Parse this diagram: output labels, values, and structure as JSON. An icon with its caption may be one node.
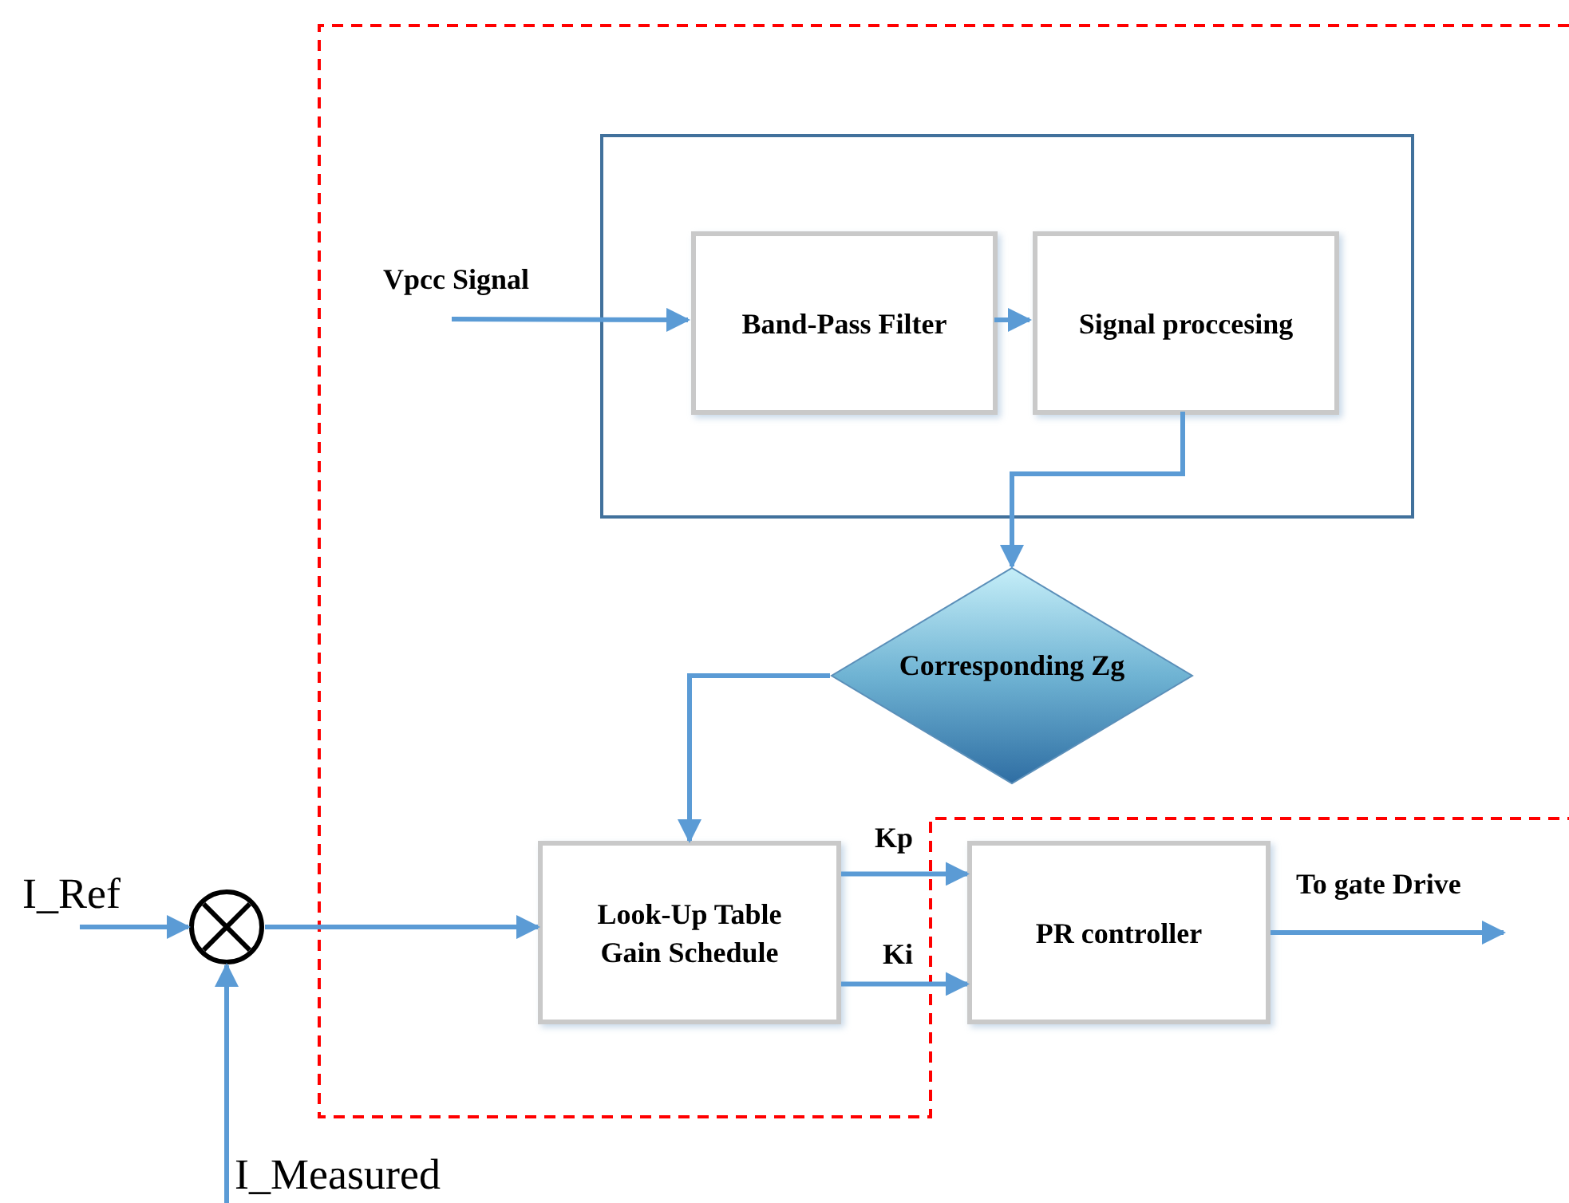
{
  "diagram": {
    "nodes": [
      {
        "text": [],
        "shape": "box"
      },
      {
        "text": [
          "Band-Pass Filter"
        ],
        "in": 0
      },
      {
        "text": [
          "Signal proccesing"
        ],
        "in": 0
      },
      {
        "text": [
          "Corresponding Zg"
        ]
      },
      {
        "text": [
          "Look-Up Table Gain Schedule"
        ]
      },
      {
        "text": [
          "PR controller"
        ]
      },
      {
        "text": [],
        "shape": "circle"
      }
    ],
    "edges": [
      {
        "from": null,
        "to": 1,
        "arrow": "to",
        "label": "Vpcc Signal"
      },
      {
        "from": 1,
        "to": 2,
        "arrow": "to"
      },
      {
        "from": 2,
        "to": 3,
        "arrow": "to"
      },
      {
        "from": 3,
        "to": 4,
        "arrow": "to"
      },
      {
        "from": 6,
        "to": 4,
        "arrow": "to"
      },
      {
        "from": null,
        "to": 6,
        "arrow": "to",
        "label": "I_Ref"
      },
      {
        "from": null,
        "to": 6,
        "arrow": "to",
        "label": "I_Measured"
      },
      {
        "from": 4,
        "to": 5,
        "arrow": "to",
        "label": "Kp"
      },
      {
        "from": 4,
        "to": 5,
        "arrow": "to",
        "label": "Ki"
      },
      {
        "from": 5,
        "to": null,
        "arrow": "to",
        "label": "To gate Drive"
      }
    ]
  }
}
